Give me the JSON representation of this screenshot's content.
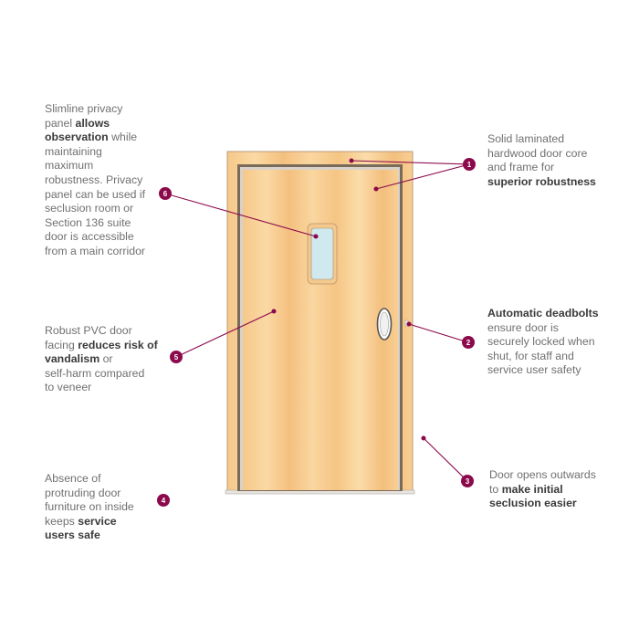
{
  "colors": {
    "marker": "#8c0a4c",
    "text": "#707070",
    "bold": "#3a3a3a",
    "wood": "#f7c98a",
    "glass": "#cfe9ef"
  },
  "callouts": [
    {
      "number": "1",
      "parts": [
        "Solid laminated\nhardwood door core\nand frame for\n",
        "superior robustness"
      ]
    },
    {
      "number": "2",
      "parts": [
        "Automatic deadbolts",
        "\nensure door is\nsecurely locked when\nshut, for staff and\nservice user safety"
      ]
    },
    {
      "number": "3",
      "parts": [
        "Door opens outwards\nto ",
        "make initial\nseclusion easier"
      ]
    },
    {
      "number": "4",
      "parts": [
        "Absence of\nprotruding door\nfurniture on inside\nkeeps ",
        "service\nusers safe"
      ]
    },
    {
      "number": "5",
      "parts": [
        "Robust PVC door\nfacing ",
        "reduces risk of\nvandalism",
        " or\nself-harm compared\nto veneer"
      ]
    },
    {
      "number": "6",
      "parts": [
        "Slimline privacy\npanel ",
        "allows\nobservation",
        " while\nmaintaining\nmaximum\nrobustness.  Privacy\npanel can be used if\nseclusion room or\nSection 136 suite\ndoor is accessible\nfrom a main corridor"
      ]
    }
  ]
}
